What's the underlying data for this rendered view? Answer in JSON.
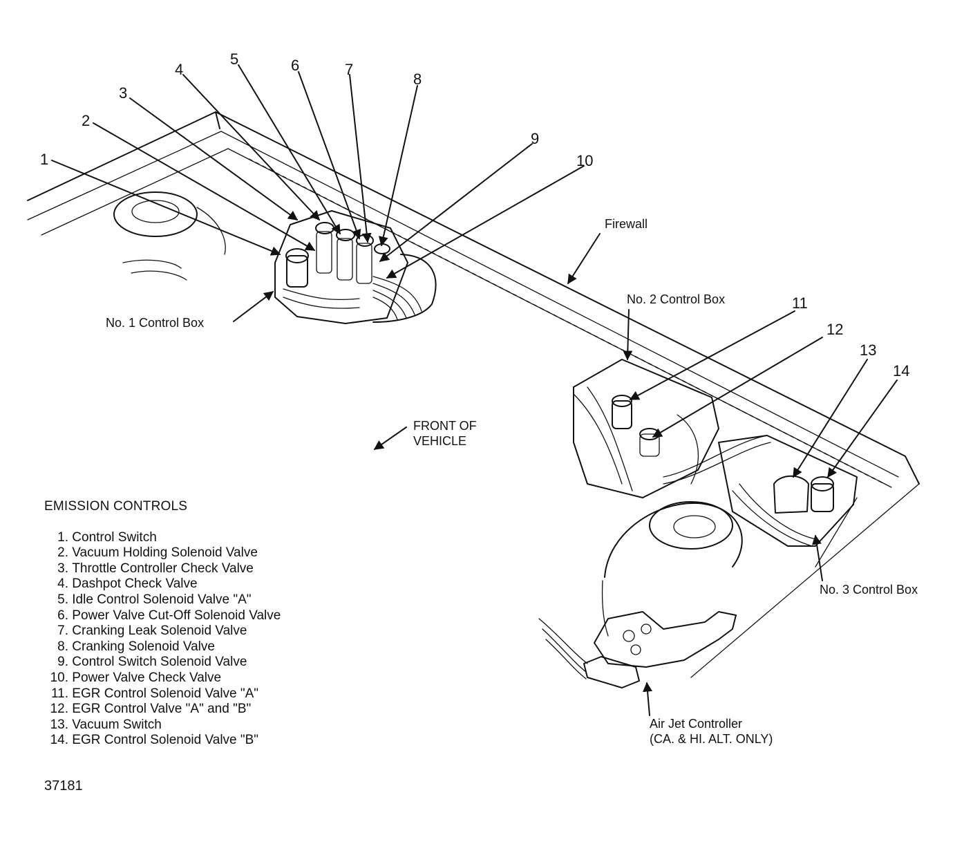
{
  "callout_numbers": [
    "1",
    "2",
    "3",
    "4",
    "5",
    "6",
    "7",
    "8",
    "9",
    "10",
    "11",
    "12",
    "13",
    "14"
  ],
  "labels": {
    "firewall": "Firewall",
    "control_box_1": "No. 1 Control Box",
    "control_box_2": "No. 2 Control Box",
    "control_box_3": "No. 3 Control Box",
    "front_line1": "FRONT OF",
    "front_line2": "VEHICLE",
    "air_jet_line1": "Air Jet Controller",
    "air_jet_line2": "(CA. & HI. ALT. ONLY)"
  },
  "legend": {
    "title": "EMISSION CONTROLS",
    "items": [
      {
        "num": "1.",
        "text": "Control Switch"
      },
      {
        "num": "2.",
        "text": "Vacuum Holding Solenoid Valve"
      },
      {
        "num": "3.",
        "text": "Throttle Controller Check Valve"
      },
      {
        "num": "4.",
        "text": "Dashpot Check Valve"
      },
      {
        "num": "5.",
        "text": "Idle Control Solenoid Valve \"A\""
      },
      {
        "num": "6.",
        "text": "Power Valve Cut-Off Solenoid Valve"
      },
      {
        "num": "7.",
        "text": "Cranking Leak Solenoid Valve"
      },
      {
        "num": "8.",
        "text": "Cranking Solenoid Valve"
      },
      {
        "num": "9.",
        "text": "Control Switch Solenoid Valve"
      },
      {
        "num": "10.",
        "text": "Power Valve Check Valve"
      },
      {
        "num": "11.",
        "text": "EGR Control Solenoid Valve \"A\""
      },
      {
        "num": "12.",
        "text": "EGR Control Valve \"A\" and \"B\""
      },
      {
        "num": "13.",
        "text": "Vacuum Switch"
      },
      {
        "num": "14.",
        "text": "EGR Control Solenoid Valve \"B\""
      }
    ]
  },
  "figure_id": "37181"
}
